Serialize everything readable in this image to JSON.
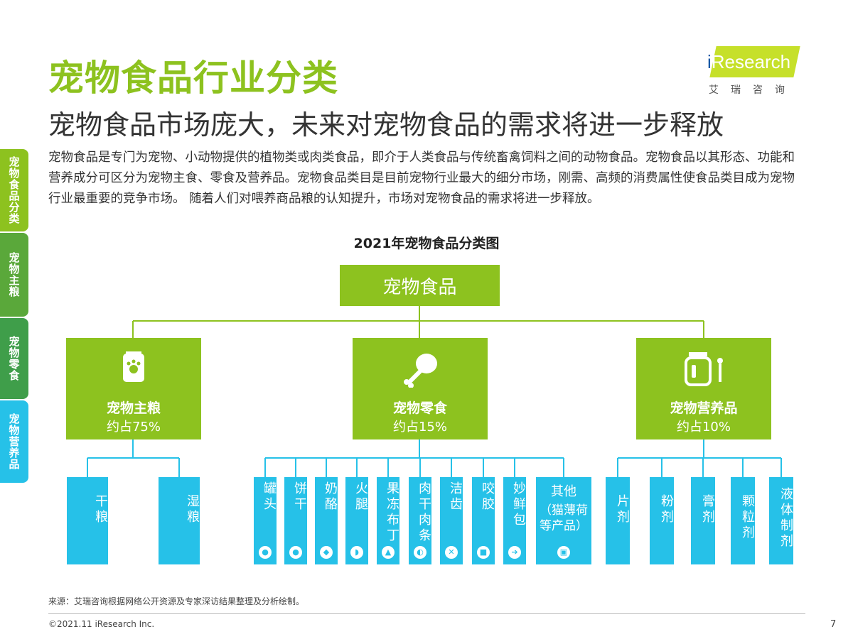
{
  "header": {
    "title": "宠物食品行业分类",
    "subtitle": "宠物食品市场庞大，未来对宠物食品的需求将进一步释放"
  },
  "logo": {
    "brand_i": "i",
    "brand_rest": "Research",
    "cn": "艾瑞咨询"
  },
  "side_tabs": [
    {
      "label": "宠物食品分类",
      "color": "#8dc21f"
    },
    {
      "label": "宠物主粮",
      "color": "#5aa83a"
    },
    {
      "label": "宠物零食",
      "color": "#3f9e4a"
    },
    {
      "label": "宠物营养品",
      "color": "#26c1e8"
    }
  ],
  "body_text": "宠物食品是专门为宠物、小动物提供的植物类或肉类食品，即介于人类食品与传统畜禽饲料之间的动物食品。宠物食品以其形态、功能和营养成分可区分为宠物主食、零食及营养品。宠物食品类目是目前宠物行业最大的细分市场，刚需、高频的消费属性使食品类目成为宠物行业最重要的竞争市场。 随着人们对喂养商品粮的认知提升，市场对宠物食品的需求将进一步释放。",
  "diagram": {
    "title": "2021年宠物食品分类图",
    "root": "宠物食品",
    "categories": [
      {
        "name": "宠物主粮",
        "share": "约占75%",
        "icon": "pet-food-bag-icon"
      },
      {
        "name": "宠物零食",
        "share": "约占15%",
        "icon": "drumstick-icon"
      },
      {
        "name": "宠物营养品",
        "share": "约占10%",
        "icon": "supplement-jar-icon"
      }
    ],
    "staple_items": [
      "干粮",
      "湿粮"
    ],
    "snack_items": [
      {
        "label": "罐头",
        "icon": "can-icon"
      },
      {
        "label": "饼干",
        "icon": "cookie-icon"
      },
      {
        "label": "奶酪",
        "icon": "cheese-icon"
      },
      {
        "label": "火腿",
        "icon": "ham-icon"
      },
      {
        "label": "果冻布丁",
        "icon": "pudding-icon"
      },
      {
        "label": "肉干肉条",
        "icon": "meat-icon"
      },
      {
        "label": "洁齿",
        "icon": "bone-icon"
      },
      {
        "label": "咬胶",
        "icon": "chew-icon"
      },
      {
        "label": "妙鲜包",
        "icon": "pouch-icon"
      },
      {
        "label": "其他",
        "note": "（猫薄荷等产品）",
        "icon": "gift-icon"
      }
    ],
    "nutrition_items": [
      "片剂",
      "粉剂",
      "膏剂",
      "颗粒剂",
      "液体制剂"
    ]
  },
  "footer": {
    "source": "来源：艾瑞咨询根据网络公开资源及专家深访结果整理及分析绘制。",
    "copyright": "©2021.11 iResearch Inc.",
    "page": "7"
  }
}
